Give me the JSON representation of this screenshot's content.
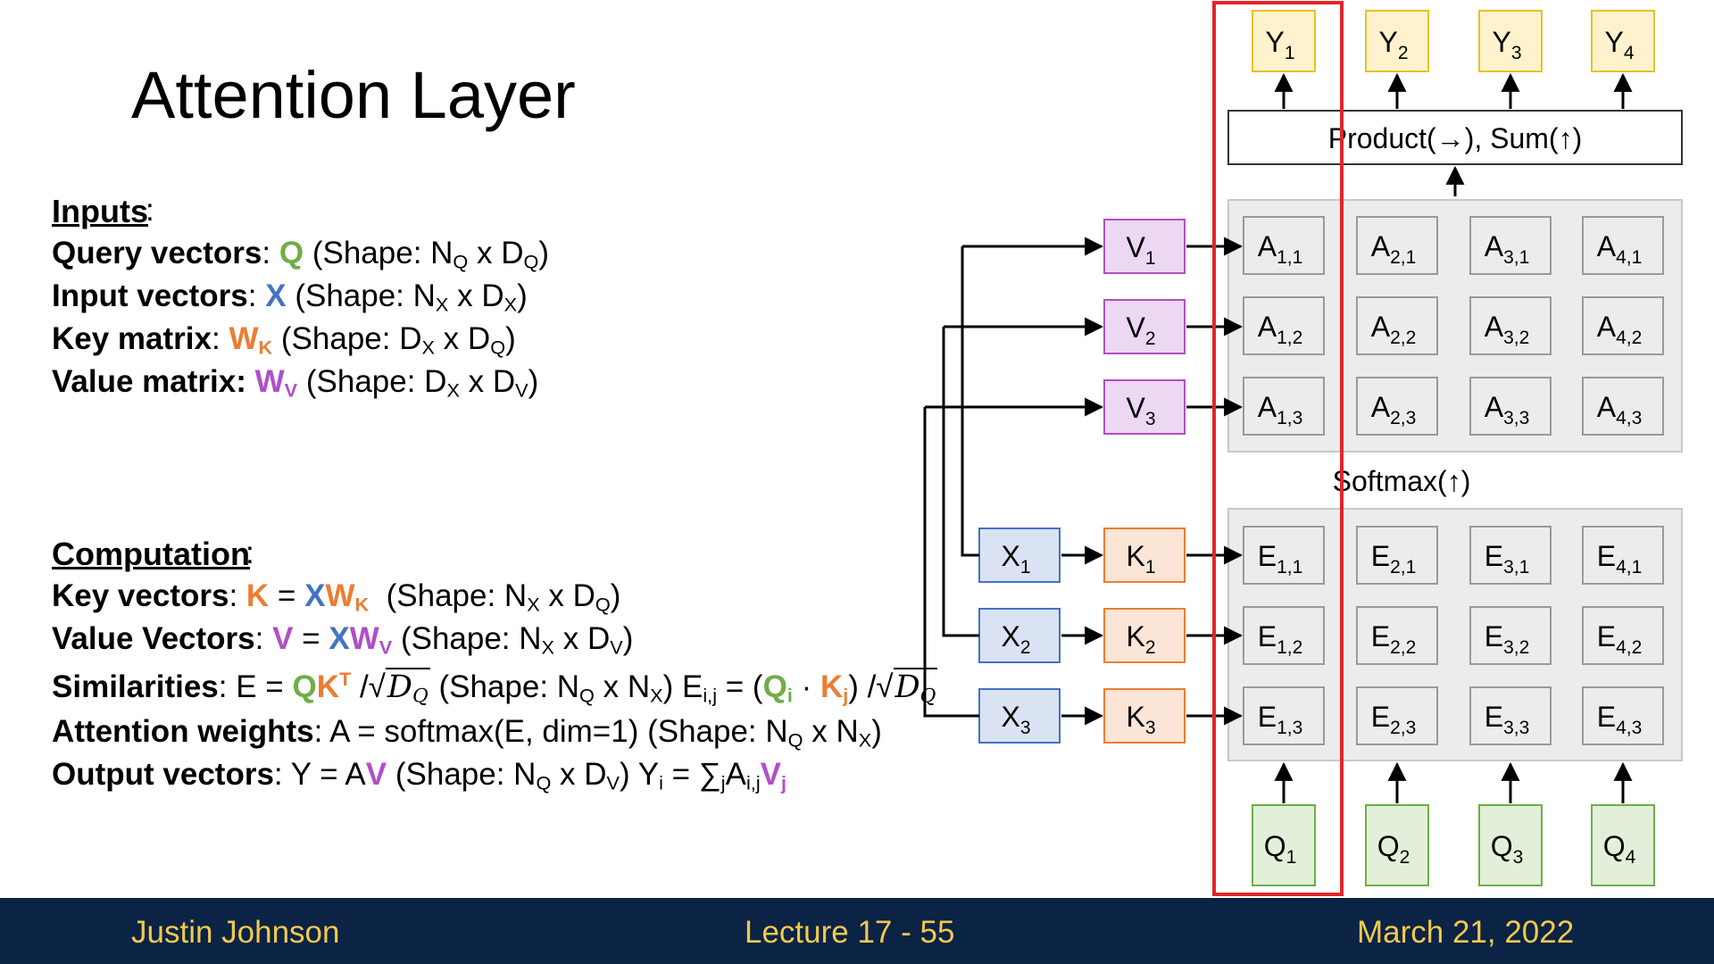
{
  "slide": {
    "title": "Attention Layer"
  },
  "inputs": {
    "heading": "Inputs",
    "query": {
      "label": "Query vectors",
      "sym": "Q",
      "shape": "(Shape: N",
      "s1": "Q",
      "mid": " x D",
      "s2": "Q",
      "end": ")"
    },
    "input": {
      "label": "Input vectors",
      "sym": "X",
      "shape": "(Shape: N",
      "s1": "X",
      "mid": " x D",
      "s2": "X",
      "end": ")"
    },
    "key": {
      "label": "Key matrix",
      "sym": "W",
      "symsub": "K",
      "shape": "(Shape: D",
      "s1": "X",
      "mid": " x D",
      "s2": "Q",
      "end": ")"
    },
    "value": {
      "label": "Value matrix:",
      "sym": "W",
      "symsub": "V",
      "shape": "(Shape: D",
      "s1": "X",
      "mid": " x D",
      "s2": "V",
      "end": ")"
    }
  },
  "computation": {
    "heading": "Computation",
    "keyvec": "Key vectors",
    "valvec": "Value Vectors",
    "sim": "Similarities",
    "attw": "Attention weights",
    "attw_text": ": A = softmax(E, dim=1)  (Shape: N",
    "outv": "Output vectors"
  },
  "diagram": {
    "y_labels": [
      "Y",
      "Y",
      "Y",
      "Y"
    ],
    "product_sum": "Product(→),   Sum(↑)",
    "softmax": "Softmax(↑)",
    "v_labels": [
      "V",
      "V",
      "V"
    ],
    "k_labels": [
      "K",
      "K",
      "K"
    ],
    "x_labels": [
      "X",
      "X",
      "X"
    ],
    "a_label": "A",
    "e_label": "E",
    "q_labels": [
      "Q",
      "Q",
      "Q",
      "Q"
    ],
    "colors": {
      "y_fill": "#fff2cc",
      "y_stroke": "#e6c229",
      "v_fill": "#ecd8f3",
      "v_stroke": "#b04fc8",
      "k_fill": "#fbe5d6",
      "k_stroke": "#ed7d31",
      "x_fill": "#dae3f3",
      "x_stroke": "#4472c4",
      "q_fill": "#e2f0d9",
      "q_stroke": "#70ad47",
      "grid_fill": "#ececec",
      "highlight": "#e0262b"
    }
  },
  "footer": {
    "author": "Justin Johnson",
    "lecture": "Lecture 17 -    55",
    "date": "March 21, 2022"
  }
}
